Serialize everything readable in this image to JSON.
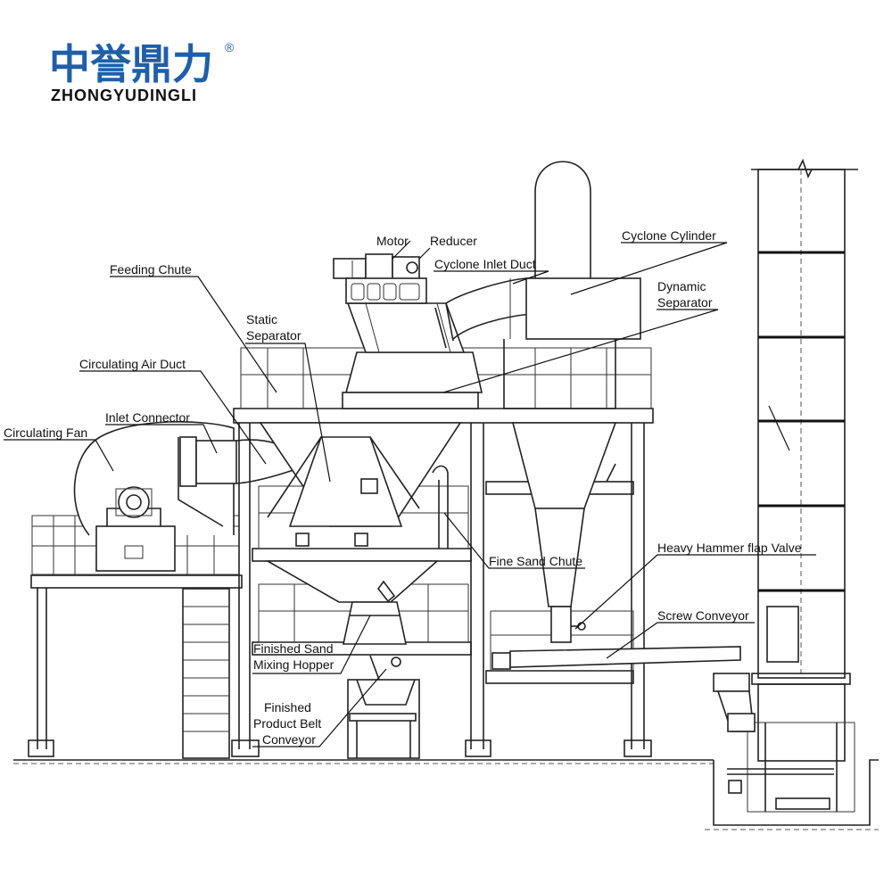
{
  "logo": {
    "cn": "中誉鼎力",
    "registered": "®",
    "en": "ZHONGYUDINGLI",
    "brand_color": "#1f5fa8"
  },
  "labels": {
    "motor": "Motor",
    "reducer": "Reducer",
    "cyclone_cylinder": "Cyclone Cylinder",
    "feeding_chute": "Feeding Chute",
    "cyclone_inlet_duct": "Cyclone Inlet Duct",
    "dynamic_separator_1": "Dynamic",
    "dynamic_separator_2": "Separator",
    "static_separator_1": "Static",
    "static_separator_2": "Separator",
    "circulating_air_duct": "Circulating Air Duct",
    "inlet_connector": "Inlet Connector",
    "circulating_fan": "Circulating Fan",
    "heavy_hammer_flap_valve": "Heavy Hammer flap Valve",
    "fine_sand_chute": "Fine Sand Chute",
    "screw_conveyor": "Screw Conveyor",
    "finished_sand_mixing_hopper_1": "Finished Sand",
    "finished_sand_mixing_hopper_2": "Mixing Hopper",
    "finished_product_belt_conveyor_1": "Finished",
    "finished_product_belt_conveyor_2": "Product Belt",
    "finished_product_belt_conveyor_3": "Conveyor"
  }
}
